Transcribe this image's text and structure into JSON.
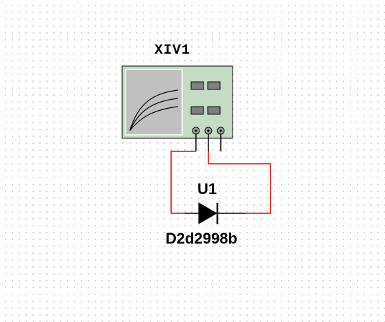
{
  "instrument": {
    "reference": "XIV1",
    "type_icon": "iv-analyzer-icon",
    "body_color": "#c3dcc3",
    "screen_color": "#c0c0c0"
  },
  "component": {
    "reference": "U1",
    "value": "D2d2998b",
    "type_icon": "diode-icon"
  },
  "wire_color": "#e00000"
}
